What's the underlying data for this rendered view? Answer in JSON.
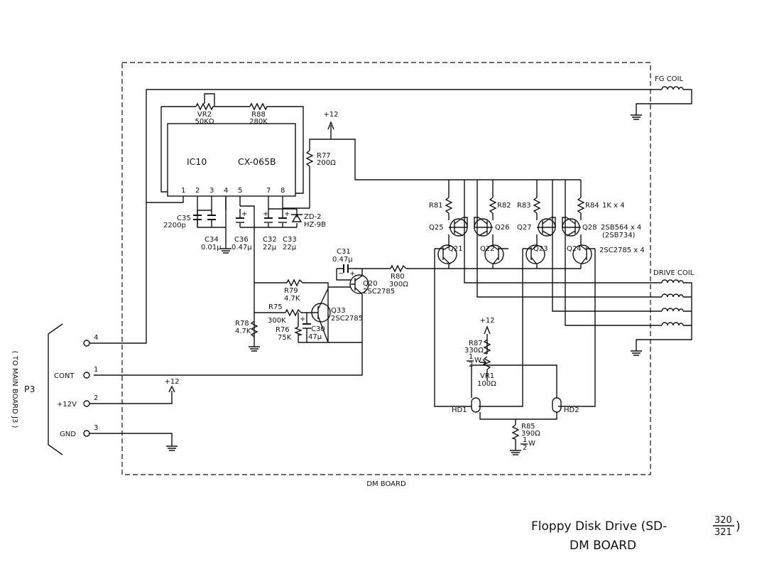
{
  "board": {
    "name": "DM BOARD"
  },
  "ic": {
    "ref": "IC10",
    "part": "CX-065B",
    "pins": [
      "1",
      "2",
      "3",
      "4",
      "5",
      "7",
      "8"
    ]
  },
  "fg_coil": {
    "label": "FG COIL"
  },
  "drive_coil": {
    "label": "DRIVE COIL"
  },
  "supply": {
    "plus12": "+12"
  },
  "resistors": {
    "vr2": {
      "ref": "VR2",
      "value": "50KΩ"
    },
    "r88": {
      "ref": "R88",
      "value": "280K"
    },
    "r77": {
      "ref": "R77",
      "value": "200Ω"
    },
    "r79": {
      "ref": "R79",
      "value": "4.7K"
    },
    "r75": {
      "ref": "R75",
      "value": "300K"
    },
    "r78": {
      "ref": "R78",
      "value": "4.7K"
    },
    "r76": {
      "ref": "R76",
      "value": "75K"
    },
    "r80": {
      "ref": "R80",
      "value": "300Ω"
    },
    "r81": {
      "ref": "R81"
    },
    "r82": {
      "ref": "R82"
    },
    "r83": {
      "ref": "R83"
    },
    "r84": {
      "ref": "R84",
      "value": "1K x 4"
    },
    "r87": {
      "ref": "R87",
      "value": "330Ω",
      "power_num": "1",
      "power_den": "2",
      "power_unit": "W"
    },
    "vr1": {
      "ref": "VR1",
      "value": "100Ω"
    },
    "r85": {
      "ref": "R85",
      "value": "390Ω",
      "power_num": "1",
      "power_den": "2",
      "power_unit": "W"
    }
  },
  "capacitors": {
    "c35": {
      "ref": "C35",
      "value": "2200p"
    },
    "c34": {
      "ref": "C34",
      "value": "0.01μ"
    },
    "c36": {
      "ref": "C36",
      "value": "0.47μ"
    },
    "c32": {
      "ref": "C32",
      "value": "22μ"
    },
    "c33": {
      "ref": "C33",
      "value": "22μ"
    },
    "c31": {
      "ref": "C31",
      "value": "0.47μ"
    },
    "c30": {
      "ref": "C30",
      "value": "47μ"
    }
  },
  "diodes": {
    "zd2": {
      "ref": "ZD-2",
      "part": "HZ-9B"
    }
  },
  "transistors": {
    "q20": {
      "ref": "Q20",
      "part": "2SC2785"
    },
    "q33": {
      "ref": "Q33",
      "part": "2SC2785"
    },
    "q21": {
      "ref": "Q21"
    },
    "q22": {
      "ref": "Q22"
    },
    "q23": {
      "ref": "Q23"
    },
    "q24": {
      "ref": "Q24"
    },
    "q25": {
      "ref": "Q25"
    },
    "q26": {
      "ref": "Q26"
    },
    "q27": {
      "ref": "Q27"
    },
    "q28": {
      "ref": "Q28"
    },
    "pnp_note": "2SB564 x 4",
    "pnp_alt": "(2SB734)",
    "npn_note": "2SC2785 x 4"
  },
  "heads": {
    "hd1": "HD1",
    "hd2": "HD2"
  },
  "connector": {
    "ref": "P3",
    "note": "( TO MAIN BOARD J3 )",
    "pins": [
      {
        "num": "4",
        "label": ""
      },
      {
        "num": "1",
        "label": "CONT"
      },
      {
        "num": "2",
        "label": "+12V"
      },
      {
        "num": "3",
        "label": "GND"
      }
    ]
  },
  "title": {
    "prefix": "Floppy Disk Drive (SD-",
    "model_top": "320",
    "model_bottom": "321",
    "suffix": ")",
    "board": "DM BOARD"
  }
}
